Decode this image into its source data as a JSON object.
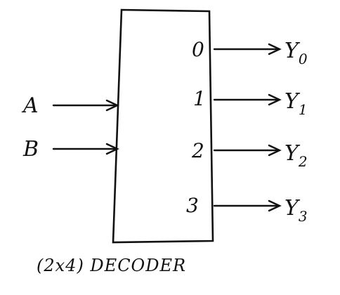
{
  "block": {
    "caption": "(2x4) DECODER"
  },
  "inputs": [
    {
      "label": "A"
    },
    {
      "label": "B"
    }
  ],
  "outputs": [
    {
      "port": "0",
      "label": "Y",
      "subscript": "0"
    },
    {
      "port": "1",
      "label": "Y",
      "subscript": "1"
    },
    {
      "port": "2",
      "label": "Y",
      "subscript": "2"
    },
    {
      "port": "3",
      "label": "Y",
      "subscript": "3"
    }
  ]
}
